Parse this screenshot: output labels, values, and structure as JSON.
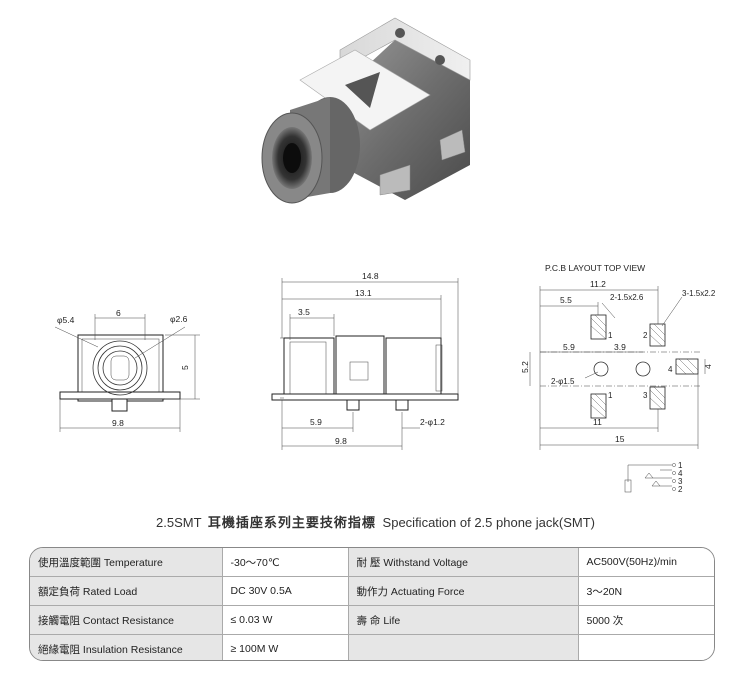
{
  "drawings": {
    "front": {
      "d1": "φ5.4",
      "d2": "6",
      "d3": "φ2.6",
      "d4": "5",
      "d5": "9.8"
    },
    "side": {
      "d1": "14.8",
      "d2": "13.1",
      "d3": "3.5",
      "d4": "5.9",
      "d5": "2-φ1.2",
      "d6": "9.8"
    },
    "pcb": {
      "title": "P.C.B LAYOUT TOP VIEW",
      "d1": "11.2",
      "d2": "3-1.5x2.2",
      "d3": "5.5",
      "d4": "2-1.5x2.6",
      "d5": "5.9",
      "d6": "3.9",
      "d7": "5.2",
      "d8": "2-φ1.5",
      "d9": "4",
      "d10": "11",
      "d11": "15",
      "p1": "1",
      "p2": "2",
      "p3": "3",
      "p4": "4",
      "p1b": "1"
    },
    "schematic": {
      "p1": "1",
      "p4": "4",
      "p3": "3",
      "p2": "2"
    }
  },
  "caption": {
    "model": "2.5SMT",
    "chinese": "耳機插座系列主要技術指標",
    "english": "Specification of 2.5 phone jack(SMT)"
  },
  "spec_table": [
    {
      "l1": "使用溫度範圍 Temperature",
      "v1": "-30～70℃",
      "l2": "耐  壓 Withstand Voltage",
      "v2": "AC500V(50Hz)/min"
    },
    {
      "l1": "額定負荷 Rated Load",
      "v1": "DC  30V  0.5A",
      "l2": "動作力 Actuating Force",
      "v2": "3～20N"
    },
    {
      "l1": "接觸電阻 Contact Resistance",
      "v1": "≤ 0.03 W",
      "l2": "壽  命 Life",
      "v2": "5000 次"
    },
    {
      "l1": "絕緣電阻 Insulation Resistance",
      "v1": "≥ 100M W",
      "l2": "",
      "v2": ""
    }
  ]
}
